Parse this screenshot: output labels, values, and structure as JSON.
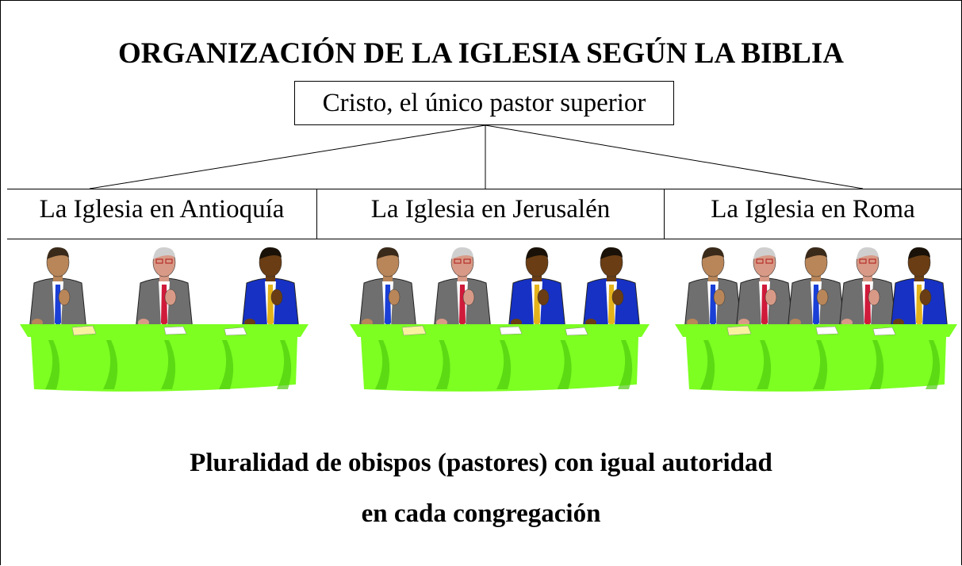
{
  "title": "ORGANIZACIÓN DE LA IGLESIA SEGÚN LA BIBLIA",
  "root": "Cristo, el único pastor superior",
  "churches": [
    {
      "label": "La Iglesia en Antioquía",
      "pastors": 3
    },
    {
      "label": "La Iglesia en Jerusalén",
      "pastors": 4
    },
    {
      "label": "La Iglesia en Roma",
      "pastors": 5
    }
  ],
  "caption": {
    "line1": "Pluralidad de obispos (pastores) con igual autoridad",
    "line2": "en cada congregación"
  },
  "colors": {
    "table_green": "#7cff21",
    "table_dark": "#4ecc10",
    "suit_gray": "#6f6f6f",
    "suit_blue": "#1631c4",
    "skin_light": "#b98659",
    "skin_dark": "#6a3d14",
    "tie_blue": "#1a3fd6",
    "tie_red": "#d01a3a",
    "tie_gold": "#e4b21a"
  }
}
